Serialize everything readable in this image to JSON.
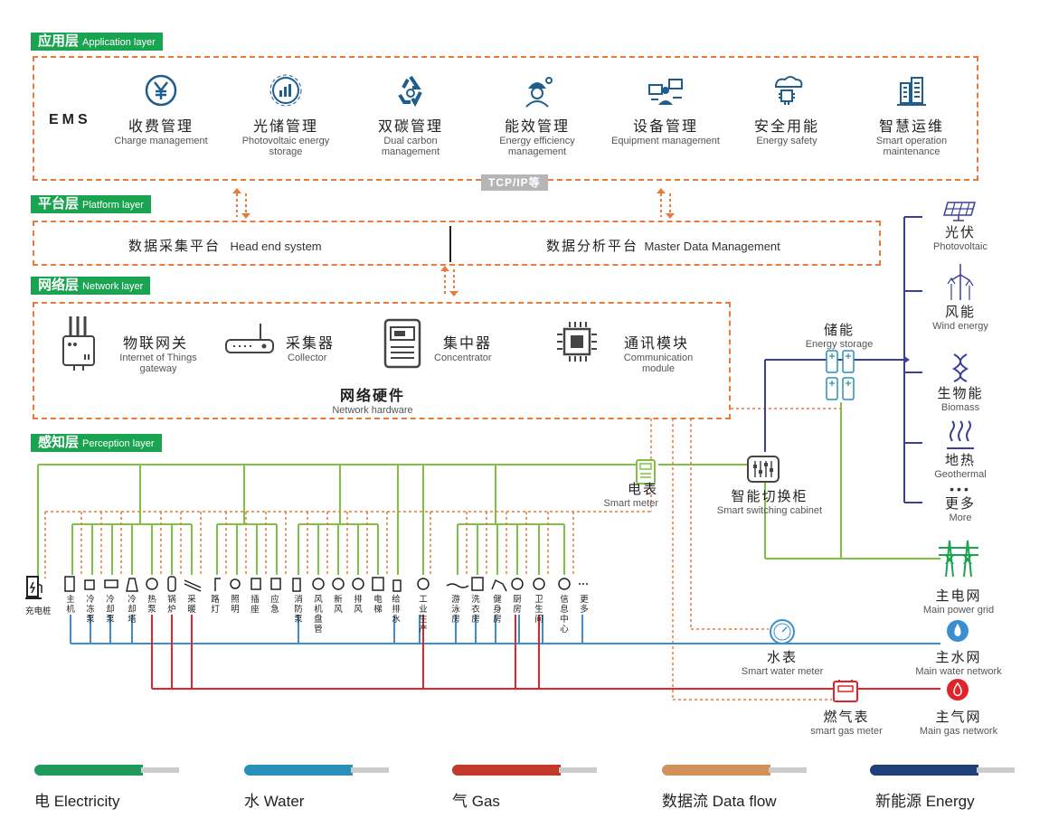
{
  "layers": {
    "application": {
      "cn": "应用层",
      "en": "Application layer"
    },
    "platform": {
      "cn": "平台层",
      "en": "Platform layer"
    },
    "network": {
      "cn": "网络层",
      "en": "Network layer"
    },
    "perception": {
      "cn": "感知层",
      "en": "Perception layer"
    }
  },
  "ems": {
    "title": "EMS",
    "protocol": "TCP/IP等",
    "modules": [
      {
        "cn": "收费管理",
        "en": "Charge management",
        "icon": "yen-icon"
      },
      {
        "cn": "光储管理",
        "en": "Photovoltaic energy storage",
        "icon": "pv-storage-icon"
      },
      {
        "cn": "双碳管理",
        "en": "Dual carbon management",
        "icon": "recycle-icon"
      },
      {
        "cn": "能效管理",
        "en": "Energy efficiency management",
        "icon": "engineer-icon"
      },
      {
        "cn": "设备管理",
        "en": "Equipment management",
        "icon": "equipment-icon"
      },
      {
        "cn": "安全用能",
        "en": "Energy safety",
        "icon": "cloud-chip-icon"
      },
      {
        "cn": "智慧运维",
        "en": "Smart operation maintenance",
        "icon": "smart-building-icon"
      }
    ]
  },
  "platform": {
    "left": {
      "cn": "数据采集平台",
      "en": "Head end system"
    },
    "right": {
      "cn": "数据分析平台",
      "en": "Master Data Management"
    }
  },
  "network": {
    "devices": [
      {
        "cn": "物联网关",
        "en": "Internet of Things gateway",
        "icon": "gateway-icon"
      },
      {
        "cn": "采集器",
        "en": "Collector",
        "icon": "router-icon"
      },
      {
        "cn": "集中器",
        "en": "Concentrator",
        "icon": "concentrator-icon"
      },
      {
        "cn": "通讯模块",
        "en": "Communication module",
        "icon": "chip-icon"
      }
    ],
    "hardware": {
      "cn": "网络硬件",
      "en": "Network hardware"
    }
  },
  "perception": {
    "charging_pile": "充电桩",
    "devices": [
      "主机",
      "冷冻泵",
      "冷却泵",
      "冷却塔",
      "热泵",
      "锅炉",
      "采暖",
      "路灯",
      "照明",
      "插座",
      "应急",
      "消防泵",
      "风机盘管",
      "新风",
      "排风",
      "电梯",
      "给排水",
      "工业生产",
      "游泳房",
      "洗衣房",
      "健身房",
      "厨房",
      "卫生间",
      "信息中心",
      "更多"
    ],
    "smart_meter": {
      "cn": "电表",
      "en": "Smart meter"
    },
    "switching": {
      "cn": "智能切换柜",
      "en": "Smart switching cabinet"
    },
    "storage": {
      "cn": "储能",
      "en": "Energy storage"
    },
    "water_meter": {
      "cn": "水表",
      "en": "Smart water meter"
    },
    "gas_meter": {
      "cn": "燃气表",
      "en": "smart gas meter"
    }
  },
  "sources": [
    {
      "cn": "光伏",
      "en": "Photovoltaic",
      "icon": "solar-panel-icon"
    },
    {
      "cn": "风能",
      "en": "Wind energy",
      "icon": "wind-turbine-icon"
    },
    {
      "cn": "生物能",
      "en": "Biomass",
      "icon": "dna-icon"
    },
    {
      "cn": "地热",
      "en": "Geothermal",
      "icon": "heat-icon"
    },
    {
      "cn": "更多",
      "en": "More",
      "icon": "dots-icon"
    }
  ],
  "grids": {
    "power": {
      "cn": "主电网",
      "en": "Main power grid"
    },
    "water": {
      "cn": "主水网",
      "en": "Main water network"
    },
    "gas": {
      "cn": "主气网",
      "en": "Main gas network"
    }
  },
  "legend": [
    {
      "label": "电 Electricity",
      "color": "#1f9a5a"
    },
    {
      "label": "水 Water",
      "color": "#2a8fb8"
    },
    {
      "label": "气 Gas",
      "color": "#c0392b"
    },
    {
      "label": "数据流 Data flow",
      "color": "#d2915a"
    },
    {
      "label": "新能源 Energy",
      "color": "#1f3f7a"
    }
  ],
  "colors": {
    "green": "#7dc242",
    "blue": "#3b8fd0",
    "red": "#e0242a",
    "orange": "#e97a3a",
    "navy": "#3b3f9a",
    "tag": "#1aa350"
  }
}
